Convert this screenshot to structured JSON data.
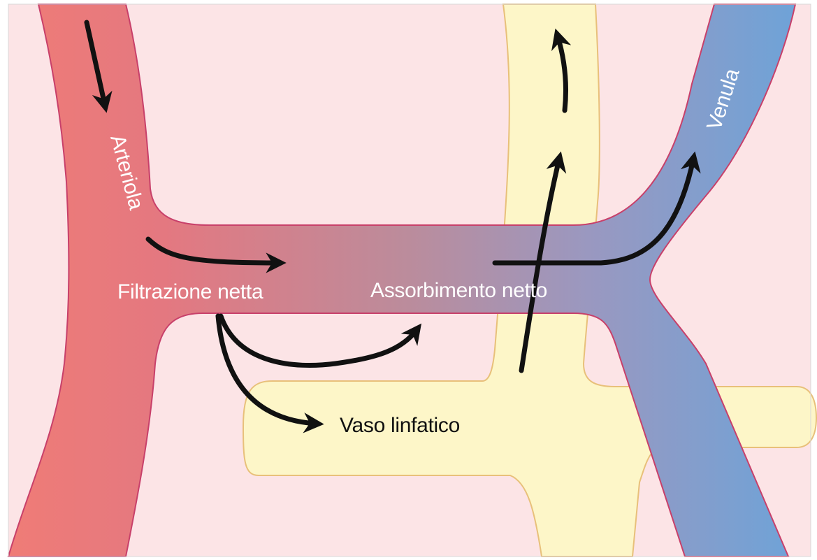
{
  "labels": {
    "arteriola": "Arteriola",
    "venula": "Venula",
    "filtrazione": "Filtrazione netta",
    "assorbimento": "Assorbimento netto",
    "vaso_linfatico": "Vaso linfatico"
  },
  "colors": {
    "background": "#fce4e6",
    "arteriole": "#ee7a74",
    "venule": "#6a9ed6",
    "capillary_mid": "#b98a9a",
    "lymphatic": "#fdf6c8",
    "lymphatic_outline": "#e8c07a",
    "vessel_outline": "#c8406a",
    "arrow": "#111111",
    "label_light": "#ffffff",
    "label_dark": "#111111"
  }
}
